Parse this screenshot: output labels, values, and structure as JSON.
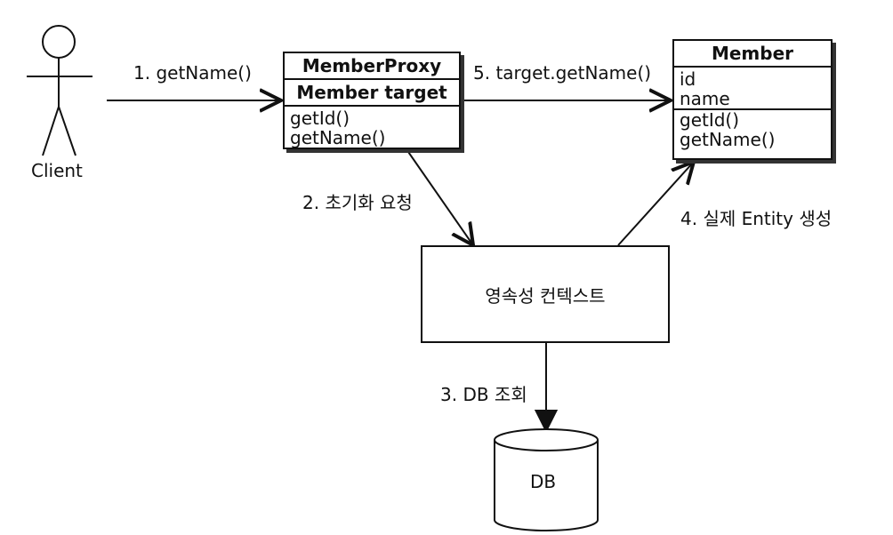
{
  "client": {
    "label": "Client"
  },
  "proxy": {
    "title": "MemberProxy",
    "field": "Member target",
    "methods": [
      "getId()",
      "getName()"
    ]
  },
  "member": {
    "title": "Member",
    "fields": [
      "id",
      "name"
    ],
    "methods": [
      "getId()",
      "getName()"
    ]
  },
  "context": {
    "label": "영속성 컨텍스트"
  },
  "db": {
    "label": "DB"
  },
  "steps": {
    "s1": "1. getName()",
    "s2": "2. 초기화 요청",
    "s3": "3. DB 조회",
    "s4": "4. 실제 Entity 생성",
    "s5": "5. target.getName()"
  }
}
